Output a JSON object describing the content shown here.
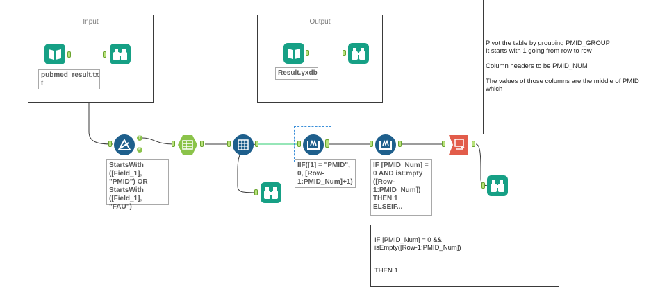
{
  "containers": {
    "input_title": "Input",
    "output_title": "Output"
  },
  "annotations": {
    "input_file": "pubmed_result.tx\nt",
    "output_file": "Result.yxdb",
    "filter_expr": "StartsWith\n([Field_1],\n\"PMID\") OR\nStartsWith\n([Field_1], \"FAU\")",
    "multirow1_expr": "IIF([1] = \"PMID\",\n0, [Row-\n1:PMID_Num]+1)",
    "multirow2_expr": "IF [PMID_Num] =\n0 AND isEmpty\n([Row-\n1:PMID_Num])\nTHEN 1\nELSEIF..."
  },
  "comments": {
    "pivot_note": "Pivot the table by grouping PMID_GROUP\nIt starts with 1 going from row to row\n\nColumn headers to be PMID_NUM\n\nThe values of those columns are the middle of PMID which",
    "formula_note": "IF [PMID_Num] = 0 &&\n    isEmpty([Row-1:PMID_Num])\n\n\nTHEN 1"
  },
  "anchors": {
    "true_label": "T",
    "false_label": "F"
  },
  "colors": {
    "input_tool": "#16a085",
    "browse_tool": "#16a085",
    "filter_tool": "#1e5f8c",
    "select_tool": "#8bc34a",
    "multirow_tool": "#1e5f8c",
    "crosstab_tool": "#e25c4a",
    "wire": "#3a3a3a"
  },
  "icons": {
    "input": "book-icon",
    "browse": "binoculars-icon",
    "filter": "triangle-filter-icon",
    "select": "table-select-icon",
    "multirow": "multi-row-formula-icon",
    "crosstab": "cross-tab-icon"
  }
}
